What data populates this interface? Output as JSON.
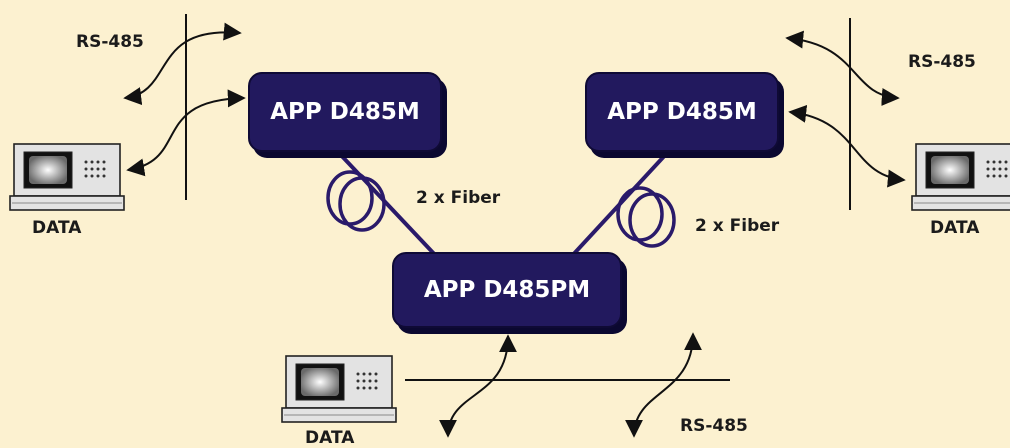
{
  "nodes": {
    "left": "APP D485M",
    "right": "APP D485M",
    "center": "APP D485PM"
  },
  "labels": {
    "rs485_left": "RS-485",
    "rs485_right": "RS-485",
    "rs485_bottom": "RS-485",
    "fiber_left": "2 x Fiber",
    "fiber_right": "2 x Fiber",
    "data_left": "DATA",
    "data_right": "DATA",
    "data_bottom": "DATA"
  },
  "icons": {
    "computer": "computer-terminal-icon",
    "fiber": "fiber-coil-icon",
    "arrow": "double-arrow-icon"
  },
  "colors": {
    "background": "#fcf1d0",
    "box": "#22195e",
    "line": "#2a1a6a",
    "text": "#1b1b1b"
  }
}
